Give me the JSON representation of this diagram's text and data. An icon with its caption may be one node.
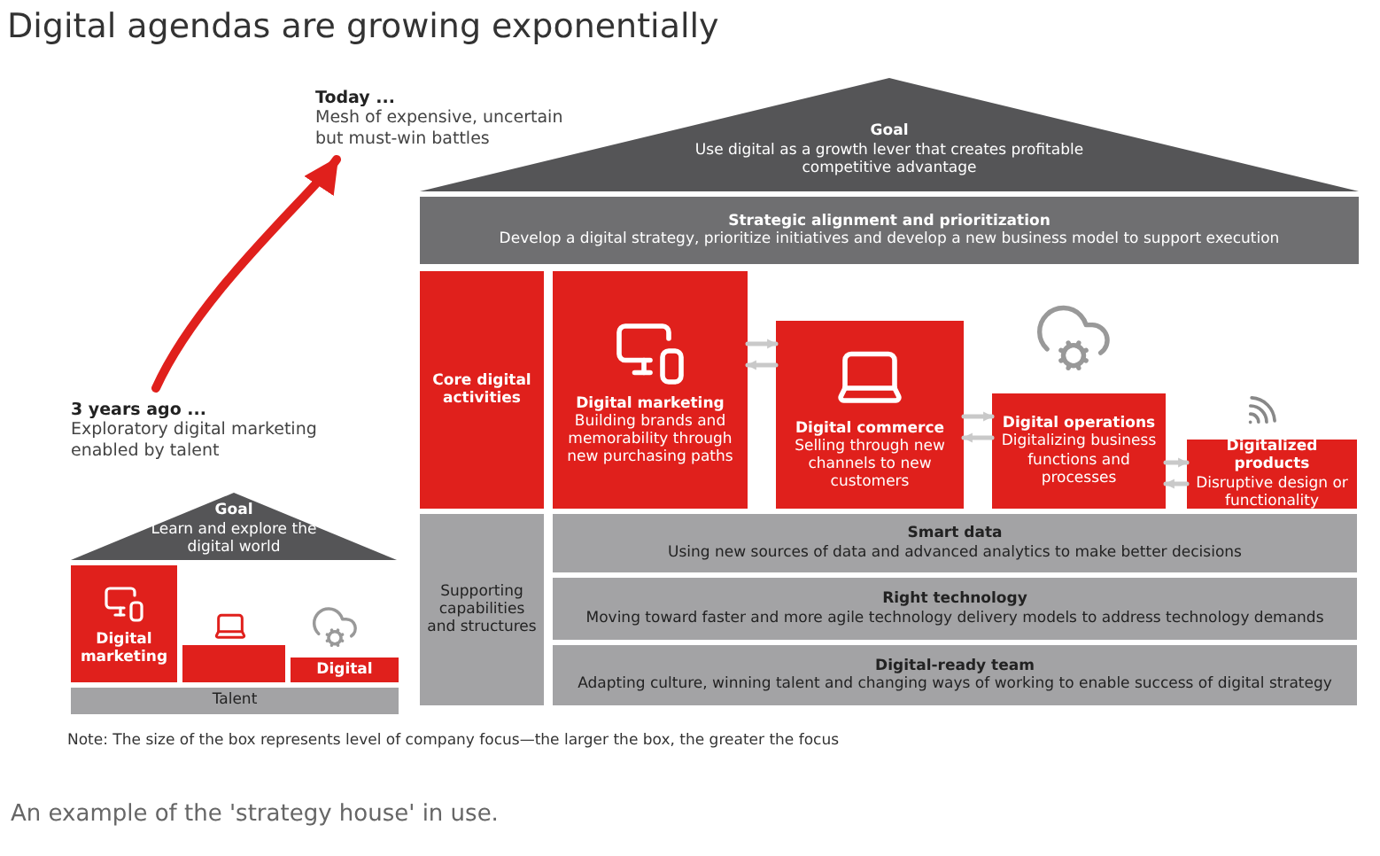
{
  "diagram": {
    "title": "Digital agendas are growing exponentially",
    "caption": "An example of the 'strategy house' in use.",
    "nodes": [
      {
        "text": [
          "3 years ago ...",
          "Exploratory digital marketing enabled by talent"
        ]
      },
      {
        "text": [
          "Today ...",
          "Mesh of expensive, uncertain but must-win battles"
        ]
      },
      {
        "text": [
          "Goal",
          "Use digital as a growth lever that creates profitable competitive advantage"
        ]
      },
      {
        "text": [
          "Strategic alignment and prioritization",
          "Develop a digital strategy, prioritize initiatives and develop a new business model to support execution"
        ]
      },
      {
        "text": [
          "Core digital activities"
        ]
      },
      {
        "text": [
          "Digital marketing",
          "Building brands and memorability through new purchasing paths"
        ]
      },
      {
        "text": [
          "Digital commerce",
          "Selling through new channels to new customers"
        ]
      },
      {
        "text": [
          "Digital operations",
          "Digitalizing business functions and processes"
        ]
      },
      {
        "text": [
          "Digitalized products",
          "Disruptive design or functionality"
        ]
      },
      {
        "text": [
          "Supporting capabilities and structures"
        ]
      },
      {
        "text": [
          "Smart data",
          "Using new sources of data and advanced analytics to make better decisions"
        ]
      },
      {
        "text": [
          "Right technology",
          "Moving toward faster and more agile technology delivery models to address technology demands"
        ]
      },
      {
        "text": [
          "Digital-ready team",
          "Adapting culture, winning talent and changing ways of working to enable success of digital strategy"
        ]
      },
      {
        "text": [
          "Goal",
          "Learn and explore the digital world"
        ]
      },
      {
        "text": [
          "Digital marketing"
        ]
      },
      {
        "text": [],
        "shape": "box"
      },
      {
        "text": [
          "Digital"
        ]
      },
      {
        "text": [
          "Talent"
        ]
      }
    ],
    "edges": [
      {
        "from": 0,
        "to": 1,
        "arrow": "to",
        "style": "thick",
        "color": "#e0201c"
      },
      {
        "from": 5,
        "to": 6,
        "arrow": "to"
      },
      {
        "from": 6,
        "to": 5,
        "arrow": "to"
      },
      {
        "from": 6,
        "to": 7,
        "arrow": "to"
      },
      {
        "from": 7,
        "to": 6,
        "arrow": "to"
      },
      {
        "from": 7,
        "to": 8,
        "arrow": "to"
      },
      {
        "from": 8,
        "to": 7,
        "arrow": "to"
      }
    ],
    "labels": [
      "Note: The size of the box represents level of company focus—the larger the box, the greater the focus"
    ]
  }
}
